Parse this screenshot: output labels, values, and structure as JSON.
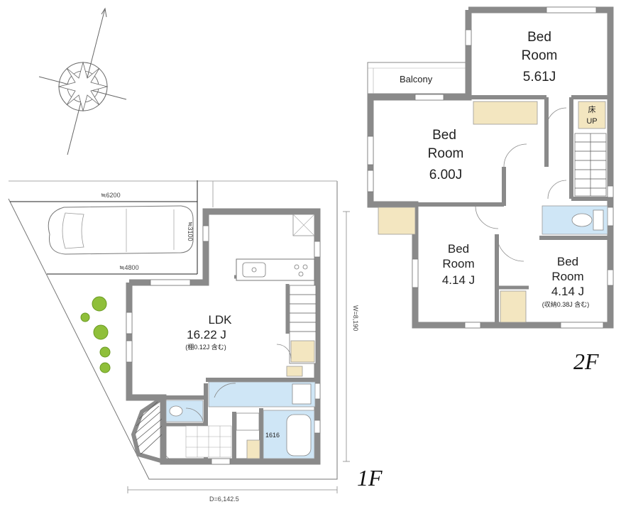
{
  "floor_1": {
    "label": "1F",
    "ldk": {
      "name": "LDK",
      "area": "16.22 J",
      "note": "(棚0.12J 含む)"
    },
    "bath_label": "1616",
    "parking": {
      "width_label": "≒6200",
      "depth_label": "≒3100",
      "inner_label": "≒4800"
    },
    "dim_side": "W=8,190",
    "dim_bottom": "D=6,142.5"
  },
  "floor_2": {
    "label": "2F",
    "balcony": "Balcony",
    "bedroom_nw": {
      "line1": "Bed",
      "line2": "Room",
      "area": "6.00J"
    },
    "bedroom_ne": {
      "line1": "Bed",
      "line2": "Room",
      "area": "5.61J"
    },
    "bedroom_sw": {
      "line1": "Bed",
      "line2": "Room",
      "area": "4.14 J"
    },
    "bedroom_se": {
      "line1": "Bed",
      "line2": "Room",
      "area": "4.14 J",
      "note": "(収納0.38J 含む)"
    },
    "floor_up": {
      "line1": "床",
      "line2": "UP"
    }
  },
  "colors": {
    "wall": "#8a8a8a",
    "tatami": "#f3e6c0",
    "bath": "#cfe6f6",
    "plant": "#8fbf3a"
  }
}
